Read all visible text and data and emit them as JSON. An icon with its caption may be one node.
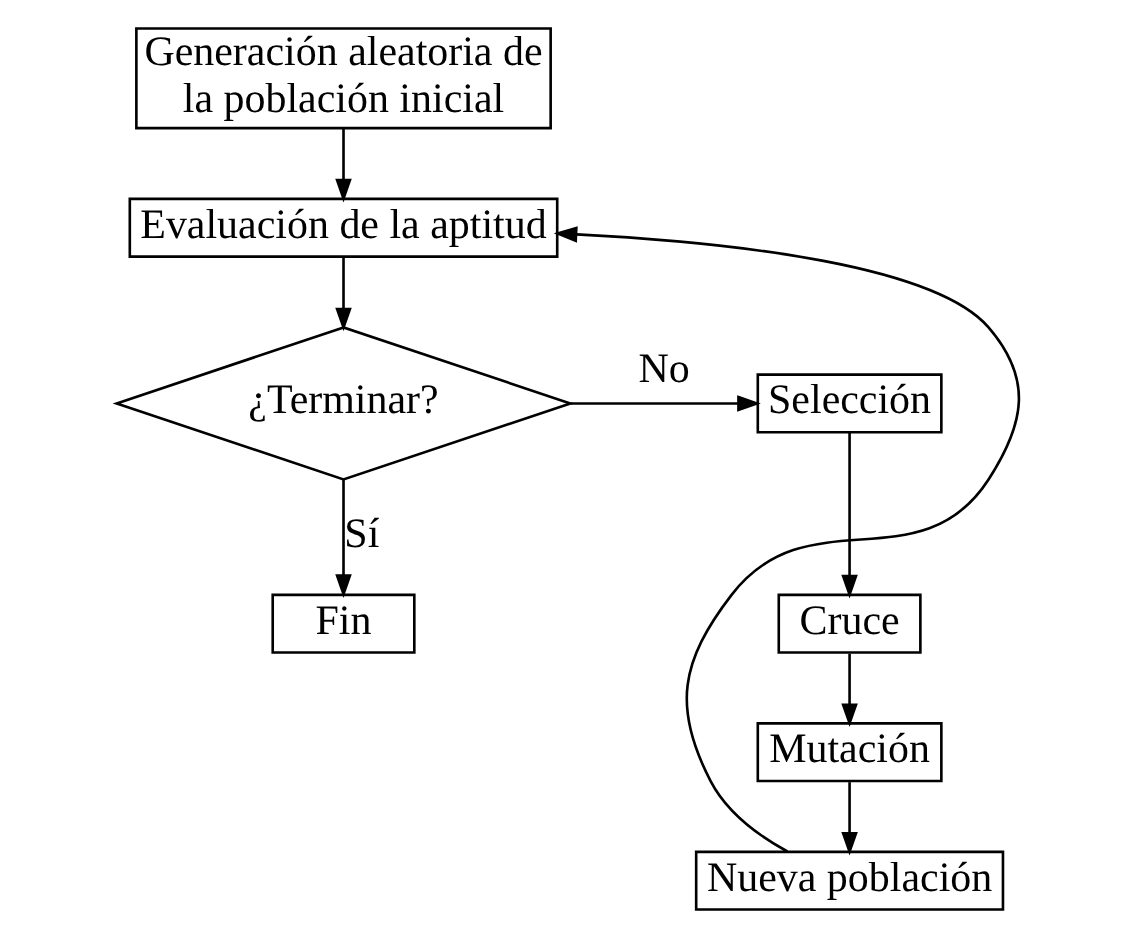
{
  "diagram": {
    "nodes": [
      {
        "text": [
          "Generación aleatoria de la población inicial"
        ]
      },
      {
        "text": [
          "Evaluación de la aptitud"
        ]
      },
      {
        "text": [
          "¿Terminar?"
        ]
      },
      {
        "text": [
          "Selección"
        ]
      },
      {
        "text": [
          "Cruce"
        ]
      },
      {
        "text": [
          "Mutación"
        ]
      },
      {
        "text": [
          "Nueva población"
        ]
      },
      {
        "text": [
          "Fin"
        ]
      }
    ],
    "edges": [
      {
        "from": 0,
        "to": 1,
        "arrow": "to"
      },
      {
        "from": 1,
        "to": 2,
        "arrow": "to"
      },
      {
        "from": 2,
        "to": 3,
        "arrow": "to",
        "label": "No"
      },
      {
        "from": 3,
        "to": 4,
        "arrow": "to"
      },
      {
        "from": 4,
        "to": 5,
        "arrow": "to"
      },
      {
        "from": 5,
        "to": 6,
        "arrow": "to"
      },
      {
        "from": 6,
        "to": 1,
        "arrow": "to"
      },
      {
        "from": 2,
        "to": 7,
        "arrow": "to",
        "label": "Sí"
      }
    ]
  }
}
